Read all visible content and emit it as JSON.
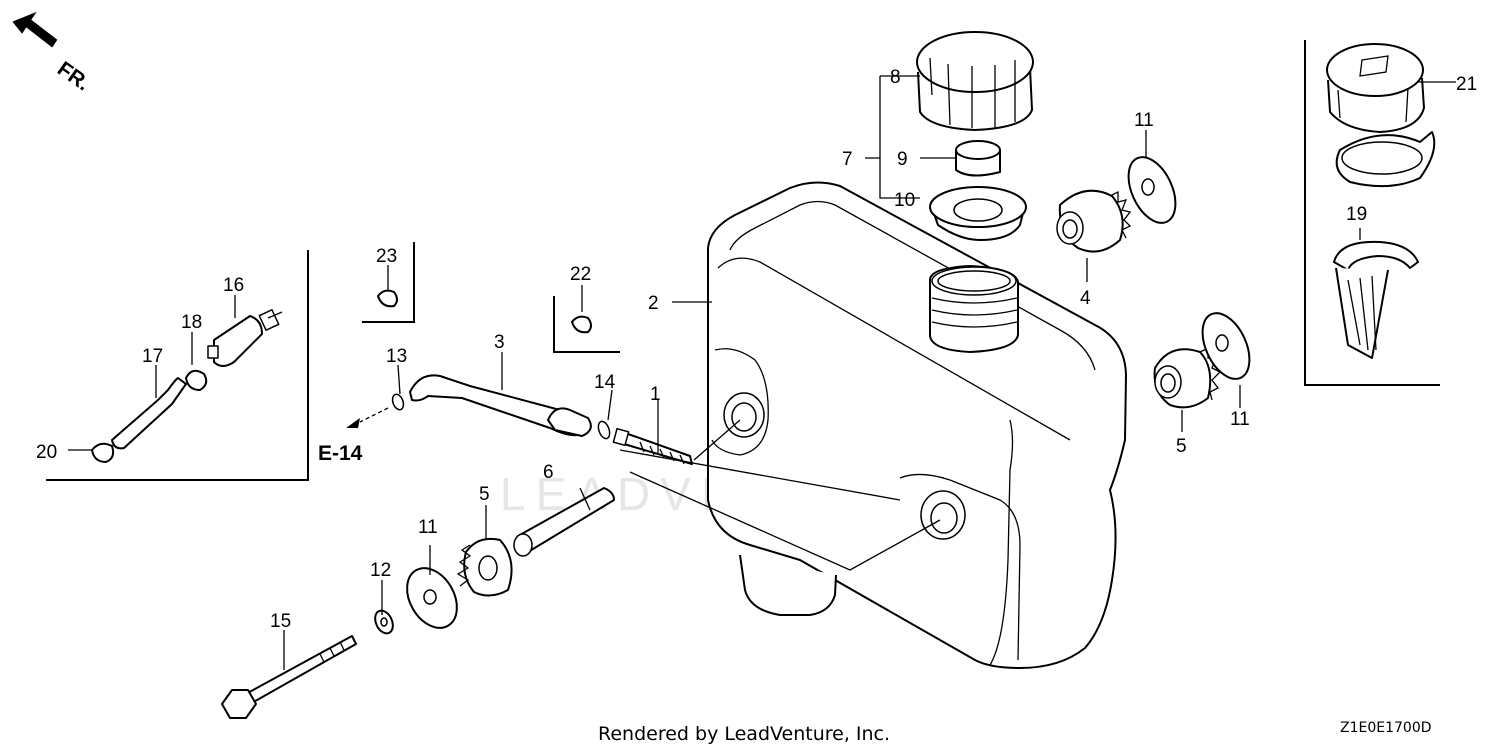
{
  "diagram": {
    "orientation_label": "FR.",
    "reference_label": "E-14",
    "footer_text": "Rendered by LeadVenture, Inc.",
    "diagram_code": "Z1E0E1700D",
    "watermark_text": "LEADVENTURE",
    "callouts": {
      "c1": "1",
      "c2": "2",
      "c3": "3",
      "c4": "4",
      "c5a": "5",
      "c5b": "5",
      "c6": "6",
      "c7": "7",
      "c8": "8",
      "c9": "9",
      "c10": "10",
      "c11a": "11",
      "c11b": "11",
      "c11c": "11",
      "c12": "12",
      "c13": "13",
      "c14": "14",
      "c15": "15",
      "c16": "16",
      "c17": "17",
      "c18": "18",
      "c19": "19",
      "c20": "20",
      "c21": "21",
      "c22": "22",
      "c23": "23"
    }
  }
}
